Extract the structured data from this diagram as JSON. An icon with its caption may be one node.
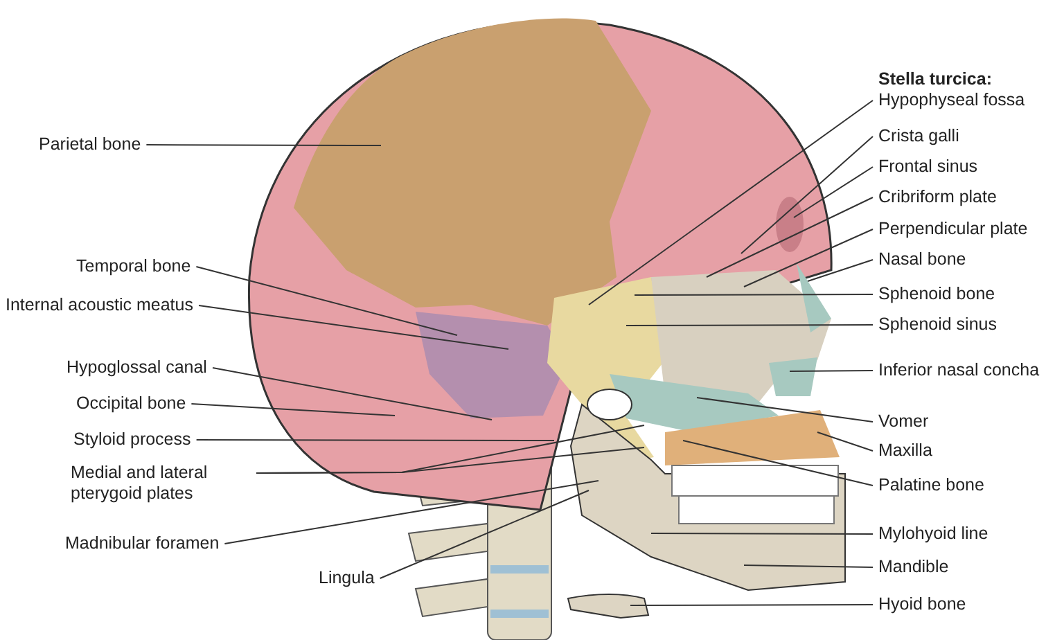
{
  "diagram": {
    "nodes": [
      {
        "text": [
          "Parietal bone"
        ]
      },
      {
        "text": [
          "Temporal bone"
        ]
      },
      {
        "text": [
          "Internal acoustic meatus"
        ]
      },
      {
        "text": [
          "Hypoglossal canal"
        ]
      },
      {
        "text": [
          "Occipital bone"
        ]
      },
      {
        "text": [
          "Styloid process"
        ]
      },
      {
        "text": [
          "Medial and lateral pterygoid plates"
        ]
      },
      {
        "text": [
          "Madnibular foramen"
        ]
      },
      {
        "text": [
          "Lingula"
        ]
      },
      {
        "text": [
          "Stella turcica:",
          "Hypophyseal fossa"
        ]
      },
      {
        "text": [
          "Crista galli"
        ]
      },
      {
        "text": [
          "Frontal sinus"
        ]
      },
      {
        "text": [
          "Cribriform plate"
        ]
      },
      {
        "text": [
          "Perpendicular plate"
        ]
      },
      {
        "text": [
          "Nasal bone"
        ]
      },
      {
        "text": [
          "Sphenoid bone"
        ]
      },
      {
        "text": [
          "Sphenoid sinus"
        ]
      },
      {
        "text": [
          "Inferior nasal concha"
        ]
      },
      {
        "text": [
          "Vomer"
        ]
      },
      {
        "text": [
          "Maxilla"
        ]
      },
      {
        "text": [
          "Palatine bone"
        ]
      },
      {
        "text": [
          "Mylohyoid line"
        ]
      },
      {
        "text": [
          "Mandible"
        ]
      },
      {
        "text": [
          "Hyoid bone"
        ]
      }
    ],
    "edges": [
      {
        "from": 0,
        "to": null,
        "arrow": "none"
      },
      {
        "from": 1,
        "to": null,
        "arrow": "none"
      },
      {
        "from": 2,
        "to": null,
        "arrow": "none"
      },
      {
        "from": 3,
        "to": null,
        "arrow": "none"
      },
      {
        "from": 4,
        "to": null,
        "arrow": "none"
      },
      {
        "from": 5,
        "to": null,
        "arrow": "none"
      },
      {
        "from": 6,
        "to": null,
        "arrow": "none"
      },
      {
        "from": 6,
        "to": null,
        "arrow": "none"
      },
      {
        "from": 7,
        "to": null,
        "arrow": "none"
      },
      {
        "from": 8,
        "to": null,
        "arrow": "none"
      },
      {
        "from": 9,
        "to": null,
        "arrow": "none"
      },
      {
        "from": 10,
        "to": null,
        "arrow": "none"
      },
      {
        "from": 11,
        "to": null,
        "arrow": "none"
      },
      {
        "from": 12,
        "to": null,
        "arrow": "none"
      },
      {
        "from": 13,
        "to": null,
        "arrow": "none"
      },
      {
        "from": 14,
        "to": null,
        "arrow": "none"
      },
      {
        "from": 15,
        "to": null,
        "arrow": "none"
      },
      {
        "from": 16,
        "to": null,
        "arrow": "none"
      },
      {
        "from": 17,
        "to": null,
        "arrow": "none"
      },
      {
        "from": 18,
        "to": null,
        "arrow": "none"
      },
      {
        "from": 19,
        "to": null,
        "arrow": "none"
      },
      {
        "from": 20,
        "to": null,
        "arrow": "none"
      },
      {
        "from": 21,
        "to": null,
        "arrow": "none"
      },
      {
        "from": 22,
        "to": null,
        "arrow": "none"
      },
      {
        "from": 23,
        "to": null,
        "arrow": "none"
      }
    ]
  }
}
